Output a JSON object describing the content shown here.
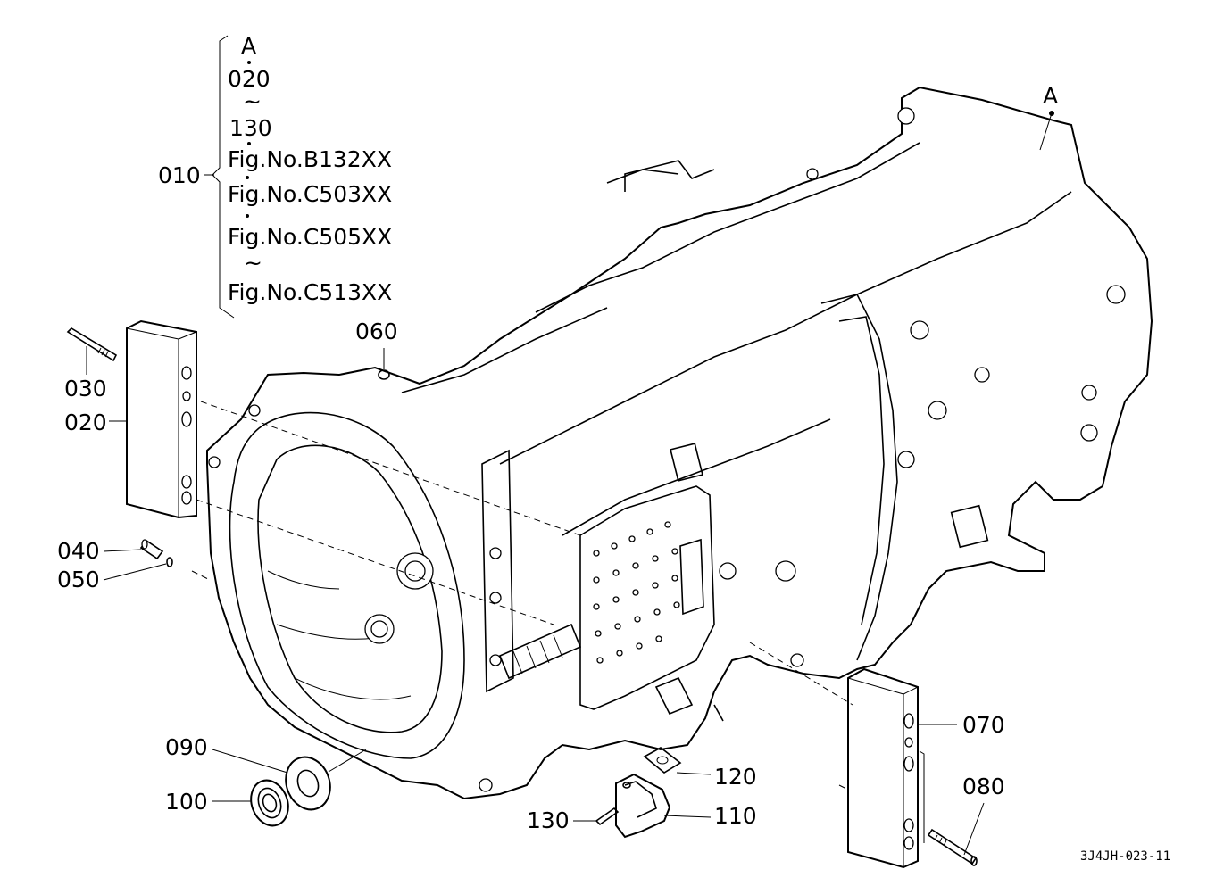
{
  "assembly_group": {
    "label": "010",
    "lines": [
      "A",
      "020",
      "~",
      "130",
      "Fig.No.B132XX",
      "Fig.No.C503XX",
      "Fig.No.C505XX",
      "~",
      "Fig.No.C513XX"
    ]
  },
  "reference_mark": "A",
  "parts": {
    "p020": "020",
    "p030": "030",
    "p040": "040",
    "p050": "050",
    "p060": "060",
    "p070": "070",
    "p080": "080",
    "p090": "090",
    "p100": "100",
    "p110": "110",
    "p120": "120",
    "p130": "130"
  },
  "drawing_number": "3J4JH-023-11"
}
